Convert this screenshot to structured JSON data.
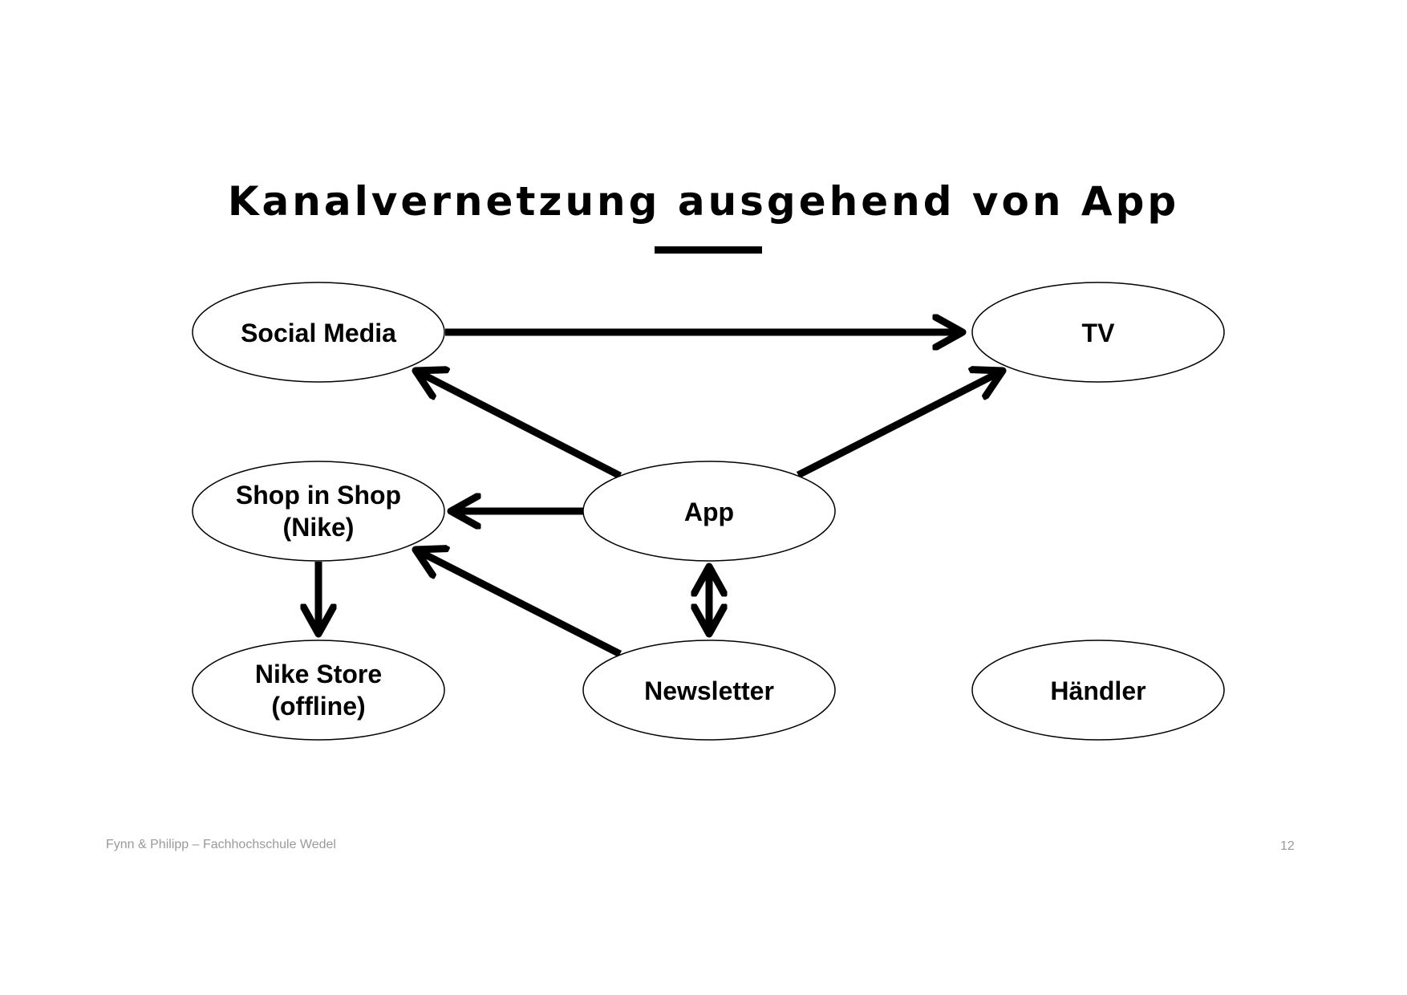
{
  "title": "Kanalvernetzung ausgehend von App",
  "nodes": {
    "social_media": "Social Media",
    "tv": "TV",
    "shop_in_shop_line1": "Shop in Shop",
    "shop_in_shop_line2": "(Nike)",
    "app": "App",
    "nike_store_line1": "Nike Store",
    "nike_store_line2": "(offline)",
    "newsletter": "Newsletter",
    "haendler": "Händler"
  },
  "edges": [
    {
      "from": "Social Media",
      "to": "TV"
    },
    {
      "from": "App",
      "to": "Social Media"
    },
    {
      "from": "App",
      "to": "TV"
    },
    {
      "from": "App",
      "to": "Shop in Shop (Nike)"
    },
    {
      "from": "Newsletter",
      "to": "Shop in Shop (Nike)"
    },
    {
      "from": "Shop in Shop (Nike)",
      "to": "Nike Store (offline)"
    },
    {
      "from": "App",
      "to": "Newsletter",
      "bidirectional": true
    }
  ],
  "footer": {
    "left": "Fynn & Philipp – Fachhochschule Wedel",
    "page_number": "12"
  }
}
